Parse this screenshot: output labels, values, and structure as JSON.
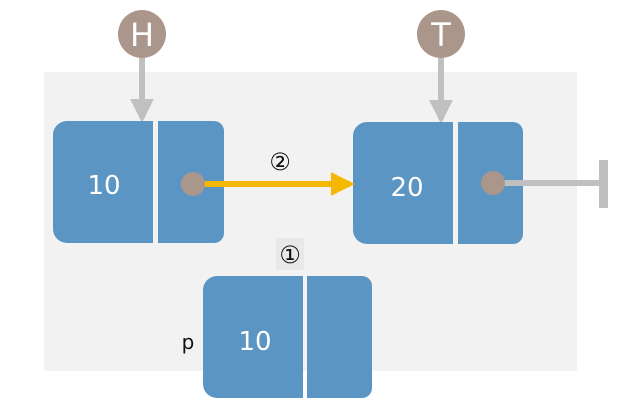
{
  "pointers": {
    "head": "H",
    "tail": "T",
    "p": "p"
  },
  "nodes": {
    "first": {
      "value": "10"
    },
    "second": {
      "value": "20"
    },
    "new": {
      "value": "10"
    }
  },
  "steps": {
    "step1": "①",
    "step2": "②"
  },
  "colors": {
    "node_fill": "#5b95c4",
    "pointer_circle": "#ab968b",
    "arrow_gray": "#c0c0c0",
    "link_arrow": "#f5b800",
    "panel_bg": "#f2f2f2"
  }
}
